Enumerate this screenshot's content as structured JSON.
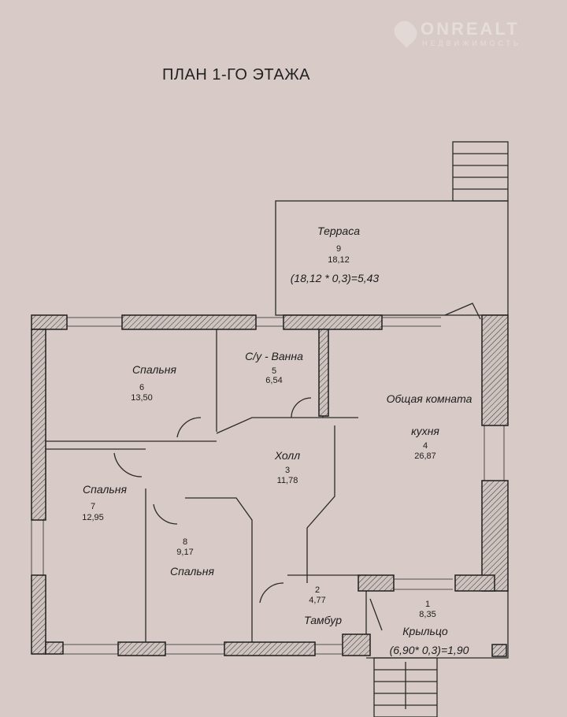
{
  "title": "ПЛАН 1-ГО ЭТАЖА",
  "watermark": {
    "brand": "ONREALT",
    "sub": "НЕДВИЖИМОСТЬ"
  },
  "rooms": [
    {
      "name": "Крыльцо",
      "number": "1",
      "area": "8,35",
      "formula": "(6,90* 0,3)=1,90"
    },
    {
      "name": "Тамбур",
      "number": "2",
      "area": "4,77"
    },
    {
      "name": "Холл",
      "number": "3",
      "area": "11,78"
    },
    {
      "name": "Общая комната",
      "name2": "кухня",
      "number": "4",
      "area": "26,87"
    },
    {
      "name": "С/у - Ванна",
      "number": "5",
      "area": "6,54"
    },
    {
      "name": "Спальня",
      "number": "6",
      "area": "13,50"
    },
    {
      "name": "Спальня",
      "number": "7",
      "area": "12,95"
    },
    {
      "name": "Спальня",
      "number": "8",
      "area": "9,17"
    },
    {
      "name": "Терраса",
      "number": "9",
      "area": "18,12",
      "formula": "(18,12 * 0,3)=5,43"
    }
  ]
}
